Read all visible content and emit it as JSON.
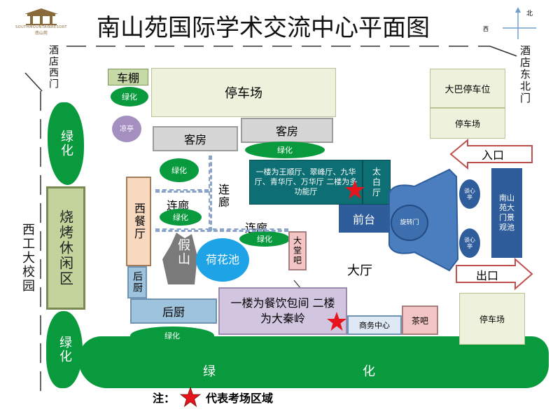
{
  "title": "南山苑国际学术交流中心平面图",
  "logo": {
    "line1": "SOUTHMOUNTAINRESORT",
    "line2": "南山苑"
  },
  "compass": {
    "north": "北",
    "west": "西"
  },
  "gates": {
    "west_gate": "酒店西门",
    "east_north_gate": "酒店东北门"
  },
  "campus": "西工大校园",
  "areas": {
    "shed": "车棚",
    "green": "绿化",
    "pavilion": "凉亭",
    "parking": "停车场",
    "bus_parking": "大巴停车位",
    "guest_room": "客房",
    "bbq": "烧烤休闲区",
    "west_restaurant": "西餐厅",
    "corridor": "连廊",
    "rockery": "假山",
    "lotus_pond": "荷花池",
    "back_kitchen": "后厨",
    "conference": "一楼为王顺厅、翠峰厅、九华厅、青华厅、万华厅 二楼为多功能厅",
    "taibai": "太白厅",
    "front_desk": "前台",
    "revolving_door": "旋转门",
    "lobby_bar": "大堂吧",
    "lobby": "大厅",
    "dining": "一楼为餐饮包间 二楼为大秦岭",
    "business": "商务中心",
    "tea_bar": "茶吧",
    "talk_pavilion": "谈心亭",
    "landscape_pond": "南山苑大门景观池",
    "entrance": "入口",
    "exit": "出口",
    "green_left": "绿",
    "green_right": "化"
  },
  "note": {
    "prefix": "注：",
    "text": "代表考场区域"
  },
  "colors": {
    "green": "#0a9a3e",
    "star": "#e8141c",
    "teal": "#0d6f73",
    "blue": "#4a7ebf"
  }
}
